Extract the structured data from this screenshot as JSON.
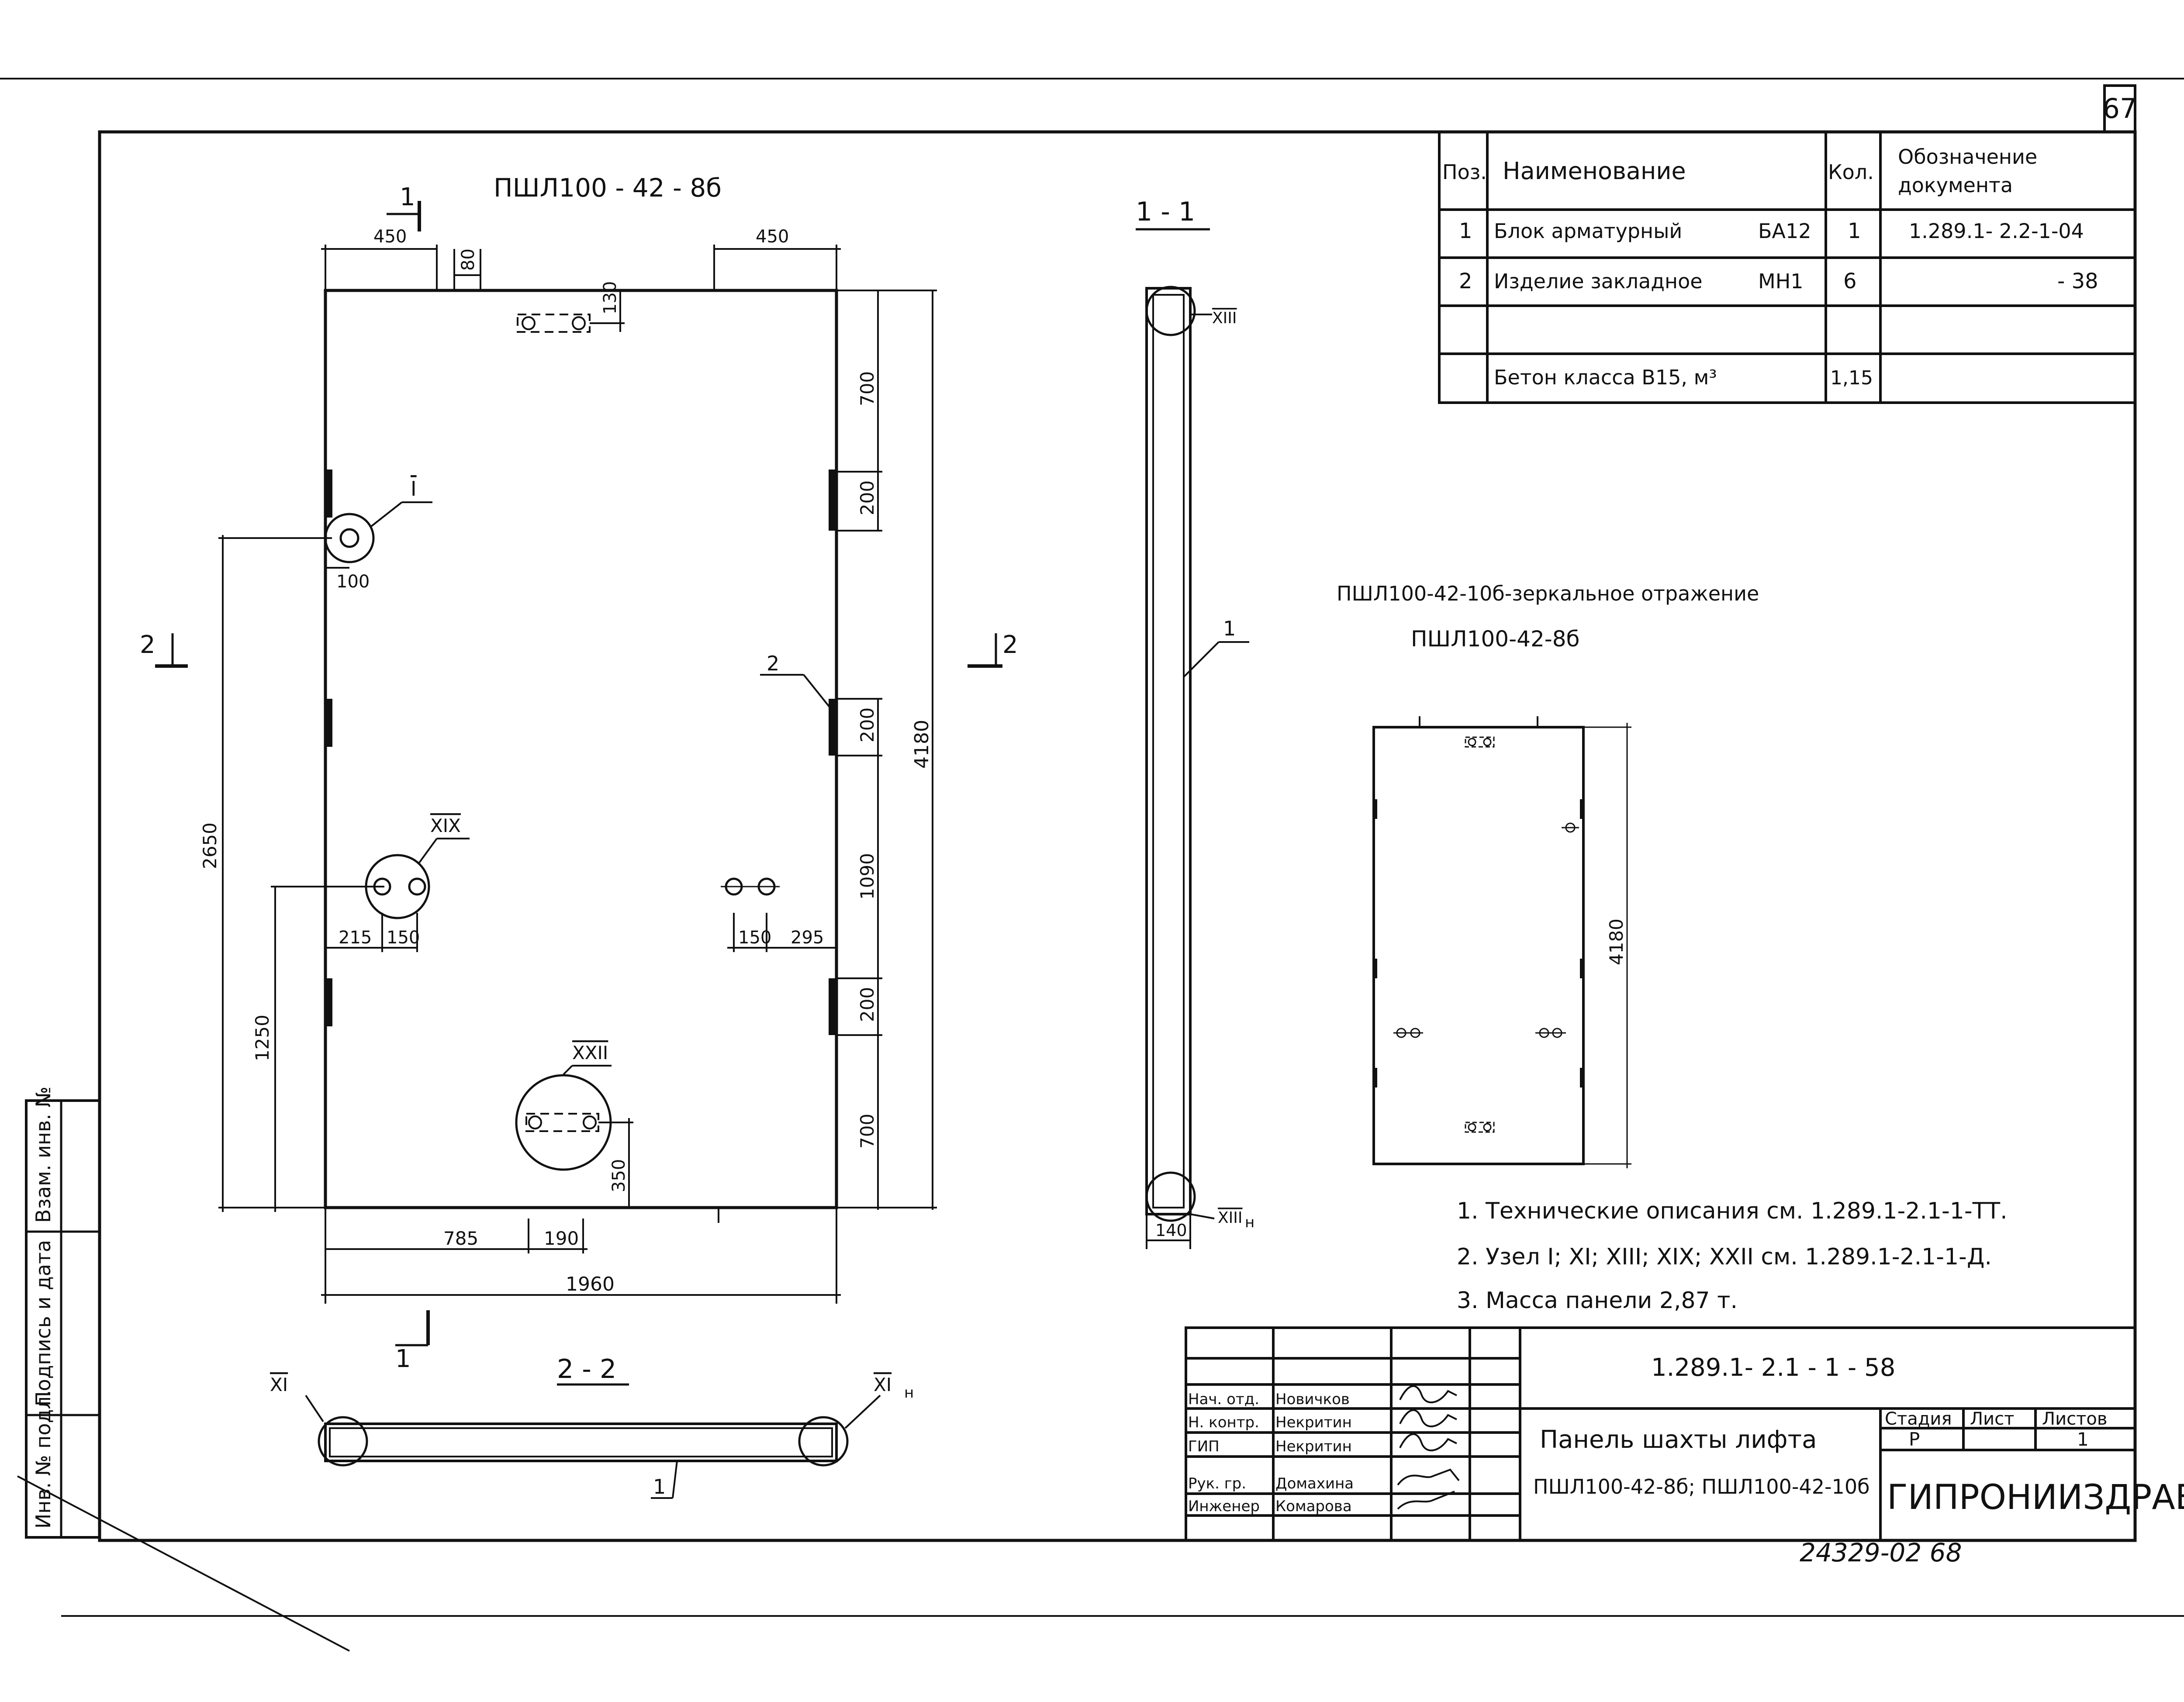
{
  "sheet": {
    "page_number": "67",
    "archive_number": "24329-02 68"
  },
  "front_view": {
    "title": "ПШЛ100 - 42 - 8б",
    "dims": {
      "top_left": "450",
      "top_80": "80",
      "top_right": "450",
      "d130": "130",
      "r700_top": "700",
      "r200_a": "200",
      "r200_b": "200",
      "r1090": "1090",
      "r200_c": "200",
      "r700_bot": "700",
      "r4180": "4180",
      "l2650": "2650",
      "l1250": "1250",
      "d100": "100",
      "b215": "215",
      "b150_l": "150",
      "b150_r": "150",
      "b295": "295",
      "b350": "350",
      "b785": "785",
      "b190": "190",
      "b1960": "1960"
    },
    "labels": {
      "node_I": "I",
      "node_XIX": "XIX",
      "node_XXII": "XXII",
      "pos2": "2"
    },
    "cut11_top": "1",
    "cut11_bottom": "1",
    "cut22_left": "2",
    "cut22_right": "2"
  },
  "section_1_1": {
    "title": "1 - 1",
    "node_top": "XIII",
    "node_bottom": "XIII",
    "node_bottom_sub": "н",
    "dim140": "140",
    "pos1": "1"
  },
  "section_2_2": {
    "title": "2 - 2",
    "node_left": "XI",
    "node_right": "XI",
    "node_right_sub": "н",
    "pos1": "1"
  },
  "mirror_view": {
    "caption1": "ПШЛ100-42-10б-зеркальное отражение",
    "caption2": "ПШЛ100-42-8б",
    "dim4180": "4180"
  },
  "spec_table": {
    "headers": {
      "pos": "Поз.",
      "name": "Наименование",
      "qty": "Кол.",
      "doc1": "Обозначение",
      "doc2": "документа"
    },
    "rows": [
      {
        "pos": "1",
        "name": "Блок арматурный",
        "mark": "БА12",
        "qty": "1",
        "doc": "1.289.1- 2.2-1-04"
      },
      {
        "pos": "2",
        "name": "Изделие закладное",
        "mark": "МН1",
        "qty": "6",
        "doc": "- 38"
      },
      {
        "pos": "",
        "name": "",
        "mark": "",
        "qty": "",
        "doc": ""
      },
      {
        "pos": "",
        "name": "Бетон класса В15, м³",
        "mark": "",
        "qty": "1,15",
        "doc": ""
      }
    ]
  },
  "notes": [
    "1. Технические описания см. 1.289.1-2.1-1-ТТ.",
    "2. Узел I; XI; XIII; XIX; XXII  см. 1.289.1-2.1-1-Д.",
    "3. Масса панели 2,87 т."
  ],
  "title_block": {
    "code": "1.289.1- 2.1 - 1 - 58",
    "name1": "Панель шахты лифта",
    "name2": "ПШЛ100-42-8б; ПШЛ100-42-10б",
    "stage_h": "Стадия",
    "sheet_h": "Лист",
    "sheets_h": "Листов",
    "stage": "Р",
    "sheet": "",
    "sheets": "1",
    "org": "ГИПРОНИИЗДРАВ",
    "people": [
      {
        "role": "Нач. отд.",
        "name": "Новичков"
      },
      {
        "role": "Н. контр.",
        "name": "Некритин"
      },
      {
        "role": "ГИП",
        "name": "Некритин"
      },
      {
        "role": "Рук. гр.",
        "name": "Домахина"
      },
      {
        "role": "Инженер",
        "name": "Комарова"
      }
    ]
  },
  "side_stamp": {
    "vzam": "Взам. инв. №",
    "podp": "Подпись и дата",
    "inv": "Инв. № подл."
  }
}
